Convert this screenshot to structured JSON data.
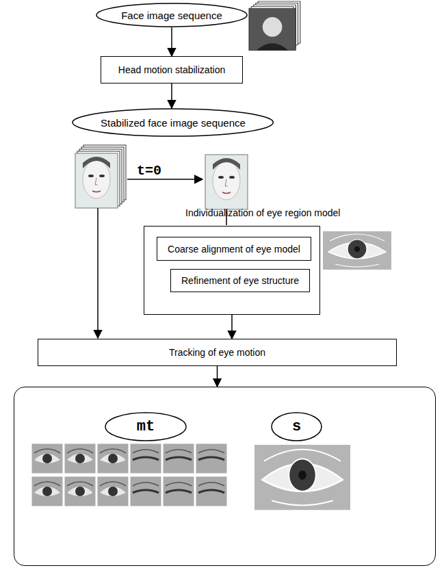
{
  "diagram": {
    "nodes": [
      {
        "text": [
          "Face image sequence"
        ]
      },
      {
        "text": [
          "Head motion stabilization"
        ]
      },
      {
        "text": [
          "Stabilized face image sequence"
        ]
      },
      {
        "text": [
          "Individualization of eye region model"
        ]
      },
      {
        "text": [
          "Coarse alignment of eye model"
        ],
        "in": 3
      },
      {
        "text": [
          "Refinement of eye structure"
        ],
        "in": 3
      },
      {
        "text": [
          "Tracking of eye motion"
        ]
      },
      {
        "text": []
      },
      {
        "text": [
          "mt"
        ],
        "in": 7
      },
      {
        "text": [
          "s"
        ],
        "in": 7
      }
    ],
    "edges": [
      {
        "from": 0,
        "to": 1,
        "arrow": "to"
      },
      {
        "from": 1,
        "to": 2,
        "arrow": "to"
      },
      {
        "from": 3,
        "to": 6,
        "arrow": "to"
      },
      {
        "from": 6,
        "to": 7,
        "arrow": "to"
      }
    ],
    "labels": [
      "t=0"
    ]
  }
}
